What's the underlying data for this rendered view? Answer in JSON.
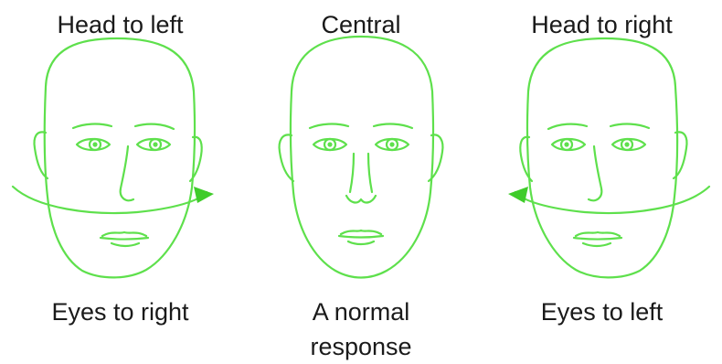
{
  "panels": [
    {
      "id": "left",
      "heading": "Head to left",
      "caption": "Eyes to right",
      "eye_direction": "right",
      "rotation_arrow": "clockwise-arrow-right"
    },
    {
      "id": "center",
      "heading": "Central",
      "caption": "A normal response",
      "eye_direction": "center",
      "rotation_arrow": "none"
    },
    {
      "id": "right",
      "heading": "Head to right",
      "caption": "Eyes to left",
      "eye_direction": "left",
      "rotation_arrow": "counter-clockwise-arrow-left"
    }
  ],
  "colors": {
    "line": "#5ee04c",
    "arrow": "#3fcc2a",
    "text": "#1a1a1a",
    "background": "#ffffff"
  }
}
